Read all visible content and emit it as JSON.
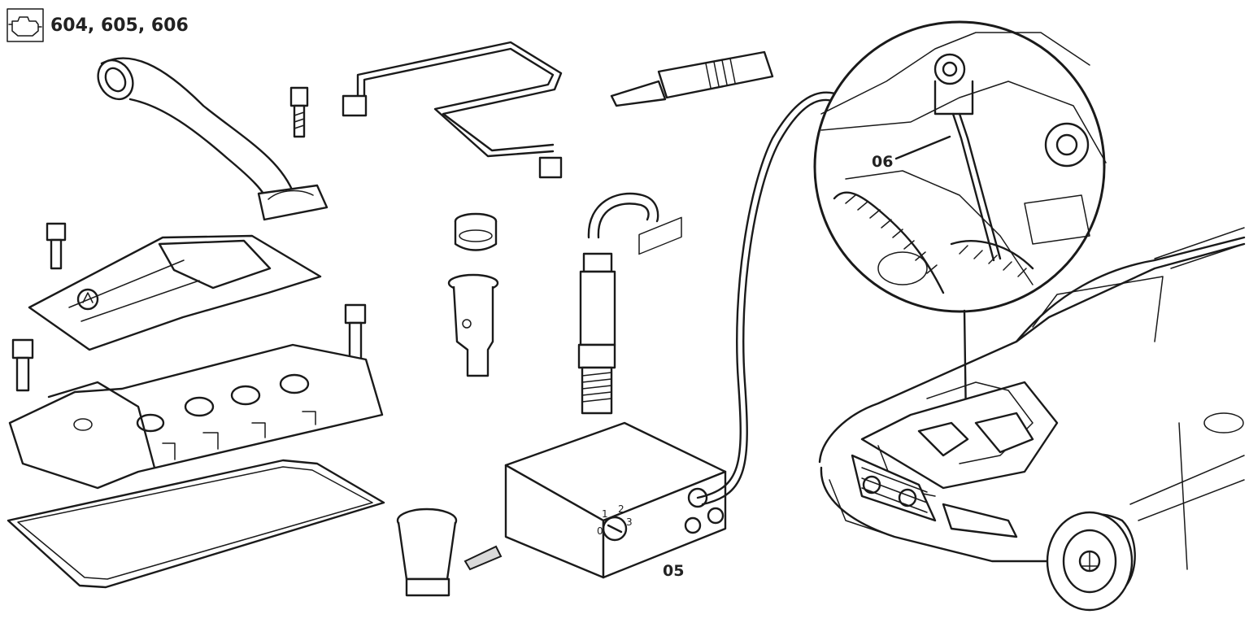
{
  "header": {
    "models": "604, 605, 606",
    "icon": "engine-icon"
  },
  "callouts": {
    "tester": "05",
    "sensor": "06"
  },
  "tester_dial": {
    "pos0": "0",
    "pos1": "1",
    "pos2": "2",
    "pos3": "3"
  },
  "colors": {
    "ink": "#1a1a1a",
    "background": "#ffffff"
  }
}
